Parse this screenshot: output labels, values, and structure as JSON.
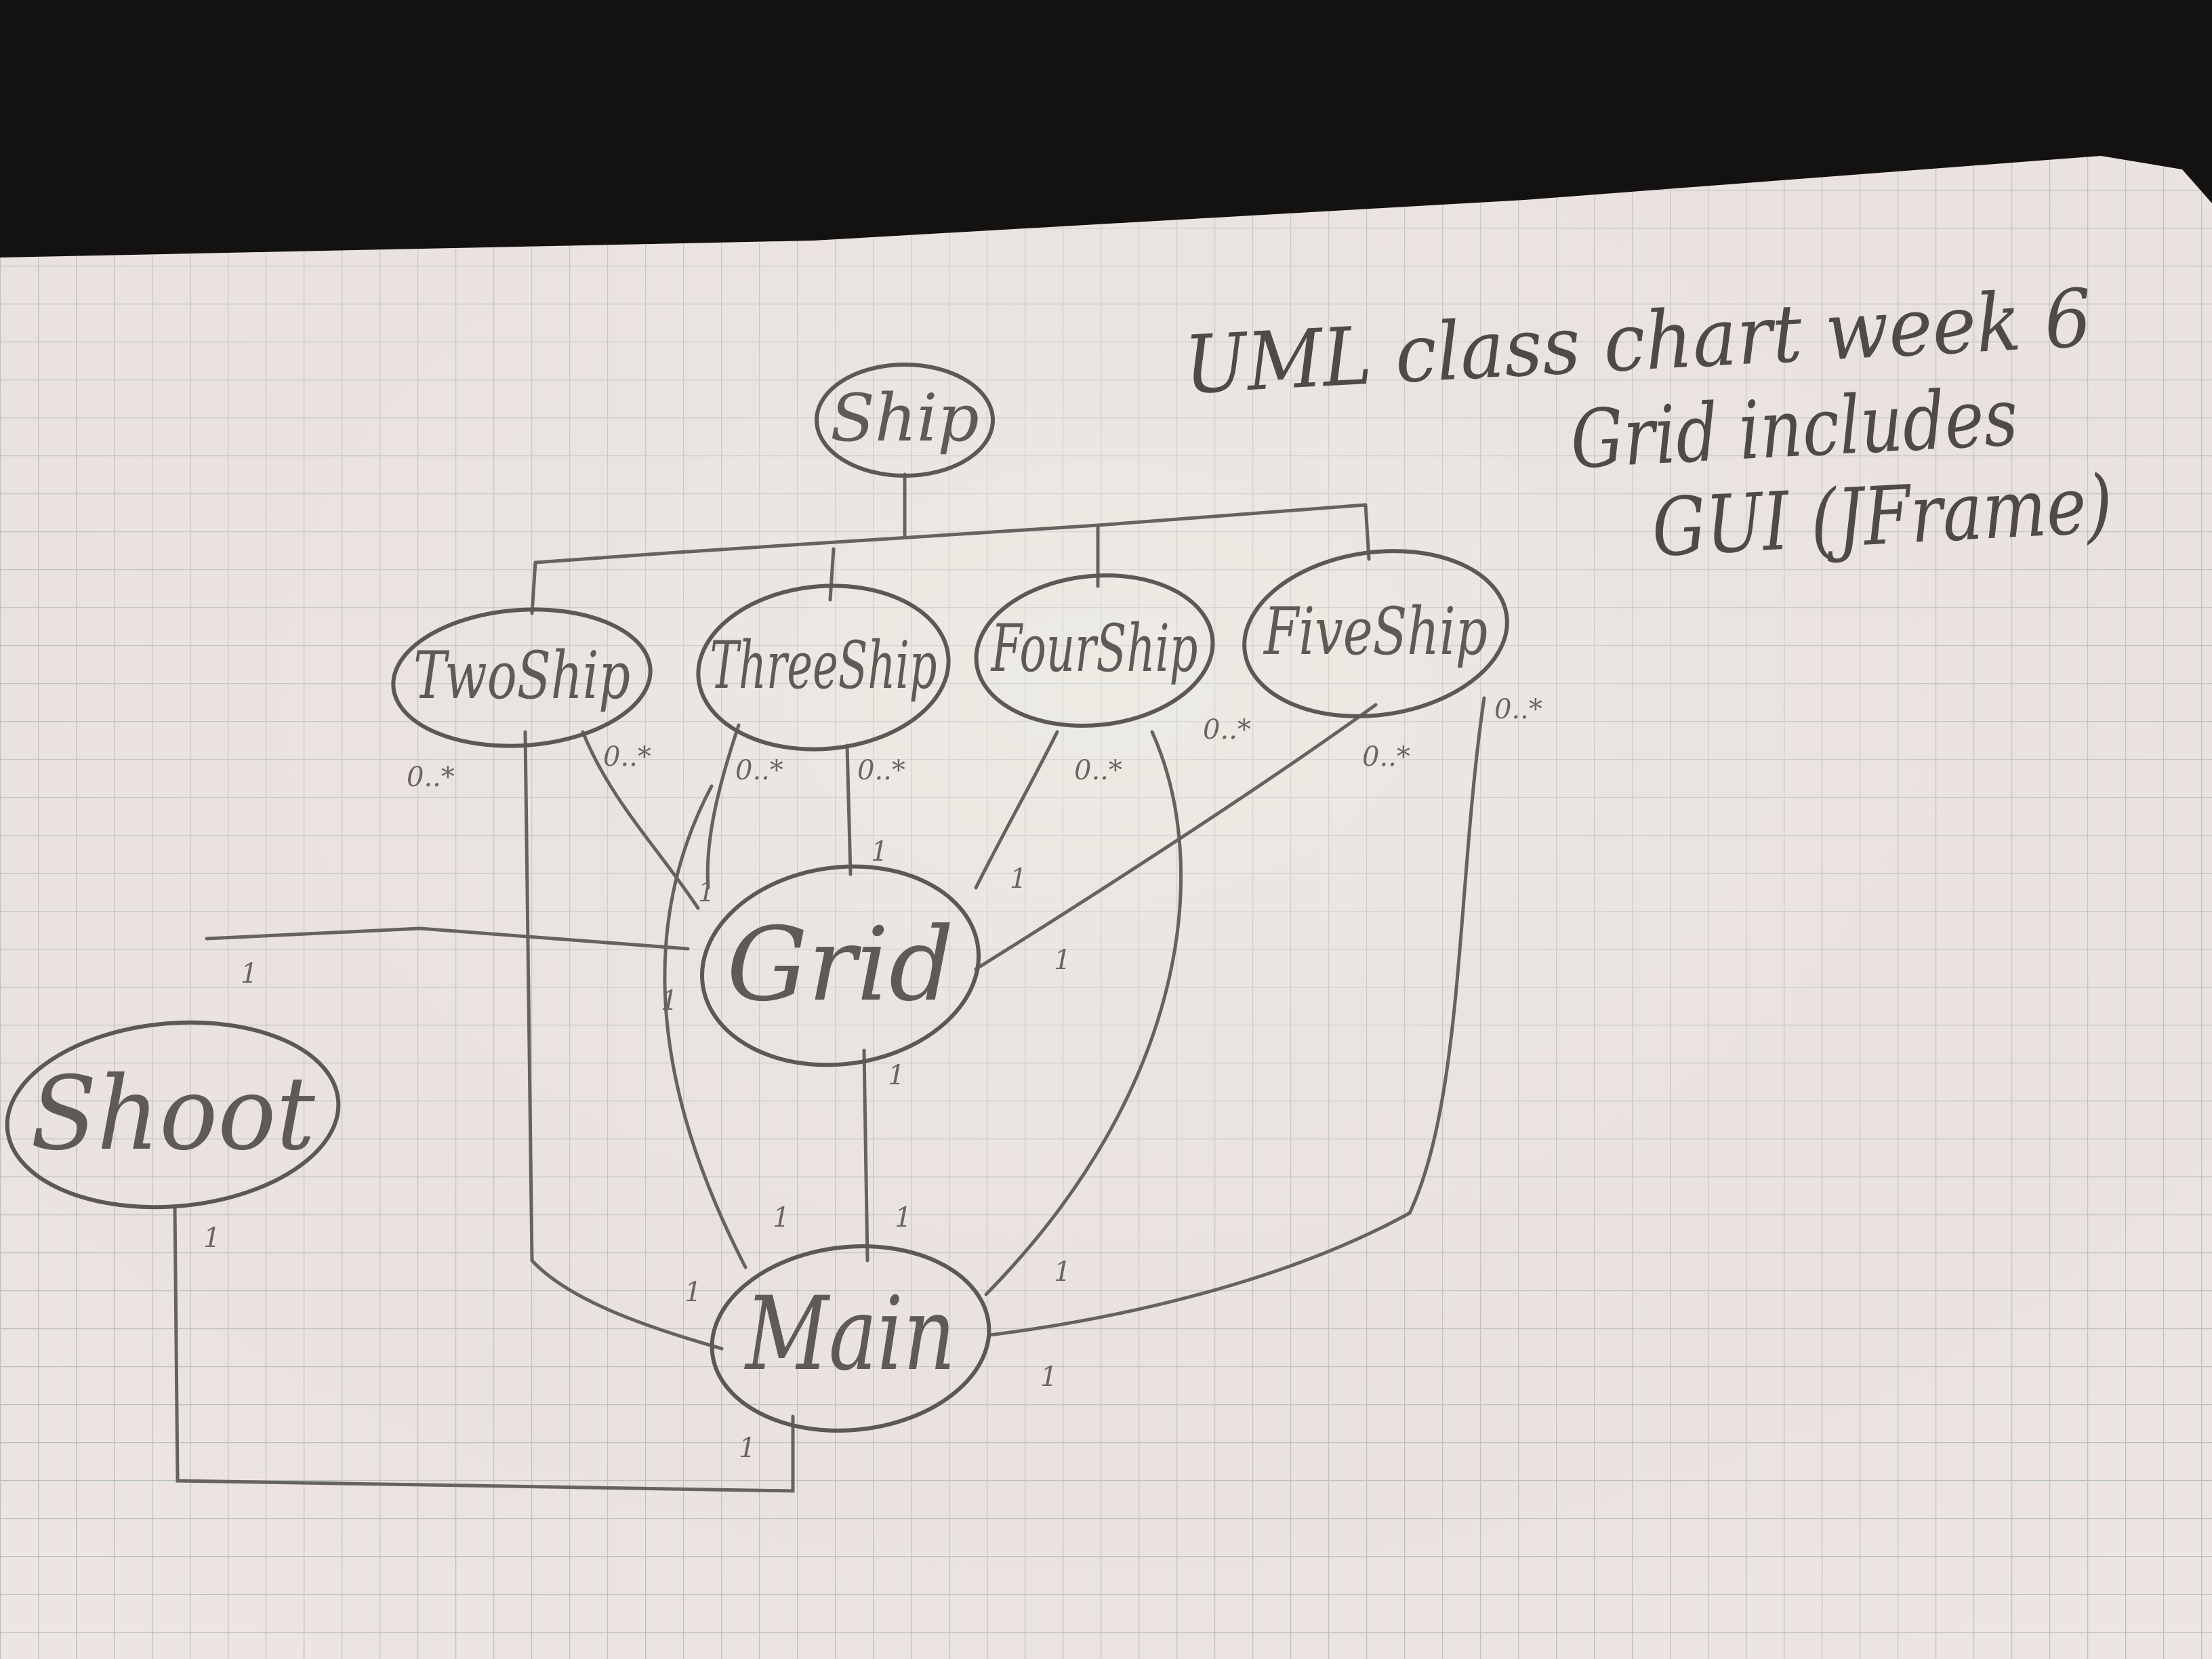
{
  "colors": {
    "background": "#141210",
    "paper": "#ece5e3",
    "grid_line": "#b9bfc0",
    "pencil": "#5c5854"
  },
  "note": {
    "line1": "UML class chart week 6",
    "line2": "Grid includes",
    "line3": "GUI (JFrame)"
  },
  "classes": {
    "ship": "Ship",
    "two_ship": "TwoShip",
    "three_ship": "ThreeShip",
    "four_ship": "FourShip",
    "five_ship": "FiveShip",
    "grid": "Grid",
    "main": "Main",
    "shoot": "Shoot"
  },
  "multiplicities": {
    "many": "0..*",
    "one": "1"
  }
}
